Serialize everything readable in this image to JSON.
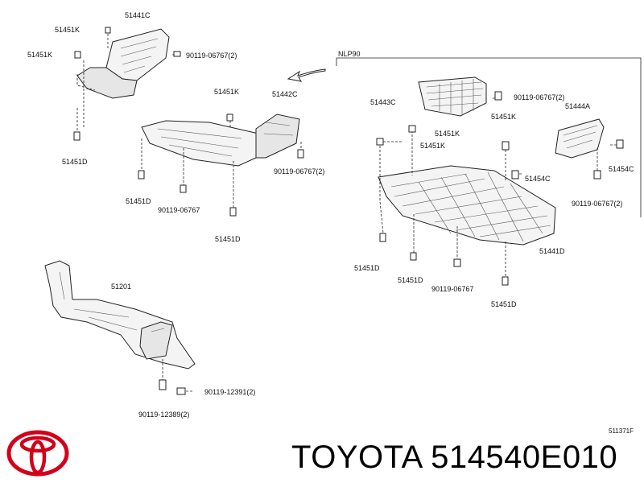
{
  "header_label": "NLP90",
  "figure_code": "511371F",
  "brand_line": "TOYOTA 514540E010",
  "logo": "toyota-logo",
  "callouts": {
    "p51441C": "51441C",
    "p51451K_a": "51451K",
    "p51451K_b": "51451K",
    "p90119_06767_2a": "90119-06767(2)",
    "p51451D_a": "51451D",
    "p51451K_c": "51451K",
    "p51442C": "51442C",
    "p51451D_b": "51451D",
    "p90119_06767": "90119-06767",
    "p90119_06767_2b": "90119-06767(2)",
    "p51451D_c": "51451D",
    "p51443C": "51443C",
    "p90119_06767_2c": "90119-06767(2)",
    "p51444A": "51444A",
    "p51451K_d": "51451K",
    "p51451K_e": "51451K",
    "p51451K_f": "51451K",
    "p51454C_a": "51454C",
    "p51454C_b": "51454C",
    "p90119_06767_2d": "90119-06767(2)",
    "p51441D": "51441D",
    "p51451D_d": "51451D",
    "p51451D_e": "51451D",
    "p90119_06767_b": "90119-06767",
    "p51451D_f": "51451D",
    "p51201": "51201",
    "p90119_12391_2": "90119-12391(2)",
    "p90119_12389_2": "90119-12389(2)"
  }
}
